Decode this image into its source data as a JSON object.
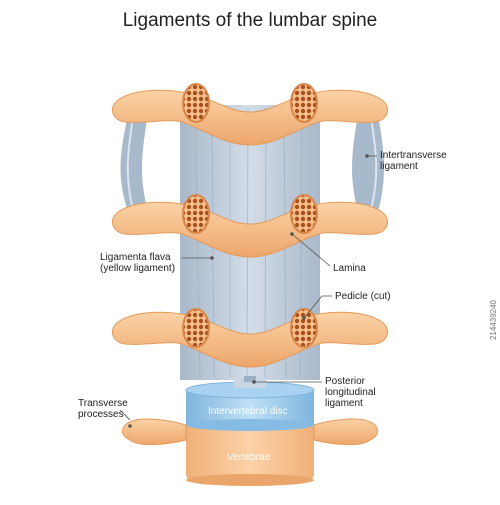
{
  "title": "Ligaments of the lumbar spine",
  "labels": {
    "intertransverse": [
      "Intertransverse",
      "ligament"
    ],
    "ligamenta_flava": [
      "Ligamenta flava",
      "(yellow ligament)"
    ],
    "lamina": "Lamina",
    "pedicle": "Pedicle (cut)",
    "posterior_longitudinal": [
      "Posterior",
      "longitudinal",
      "ligament"
    ],
    "transverse_processes": [
      "Transverse",
      "processes"
    ],
    "intervertebral_disc": "Intervertebral disc",
    "vertebrae": "Vertebrae"
  },
  "stock_id": "214439240",
  "colors": {
    "bone": "#f7c08a",
    "bone_dark": "#e9a56a",
    "marrow": "#a8501e",
    "ligament": "#b8c7d8",
    "disc": "#8ec3e6",
    "leader": "#555555"
  }
}
